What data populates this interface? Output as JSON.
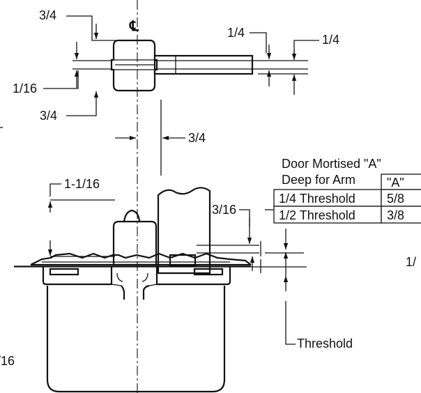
{
  "dimensions": {
    "top_spacer_upper": "3/4",
    "top_spacer_lower": "3/4",
    "spacer_gap": "1/16",
    "arm_left": "1/4",
    "arm_right": "1/4",
    "arm_offset": "3/4",
    "arm_height": "1-1/16",
    "plate_height": "3/16",
    "left_edge_partial": "/16",
    "right_edge_partial": "1/"
  },
  "centerline_symbol": "℄",
  "threshold_label": "Threshold",
  "table": {
    "title_line1": "Door Mortised \"A\"",
    "title_line2": "Deep for Arm",
    "header": "\"A\"",
    "rows": [
      {
        "label": "1/4 Threshold",
        "value": "5/8"
      },
      {
        "label": "1/2 Threshold",
        "value": "3/8"
      }
    ]
  }
}
